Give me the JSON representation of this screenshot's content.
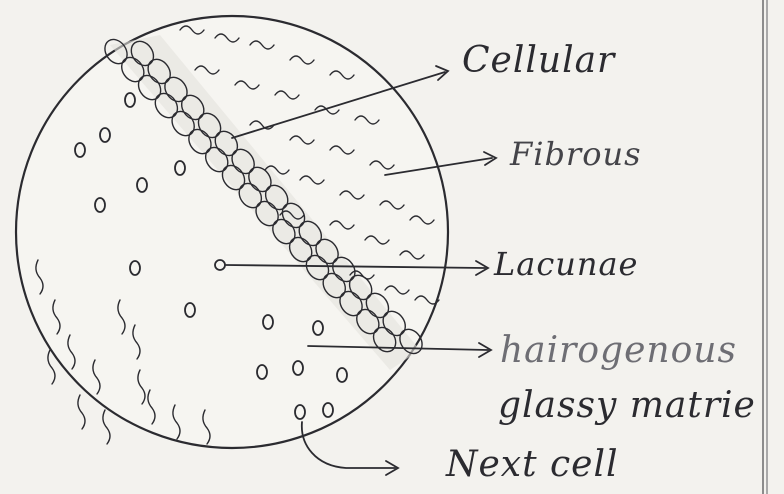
{
  "labels": {
    "cellular": "Cellular",
    "fibrous": "Fibrous",
    "lacunae": "Lacunae",
    "hairogenous": "hairogenous",
    "glassy_matrix": "glassy matrie",
    "next_cell": "Next cell"
  },
  "colors": {
    "ink": "#2b2b30",
    "paper": "#f3f2ee",
    "faint_ink": "#6e6e74"
  }
}
